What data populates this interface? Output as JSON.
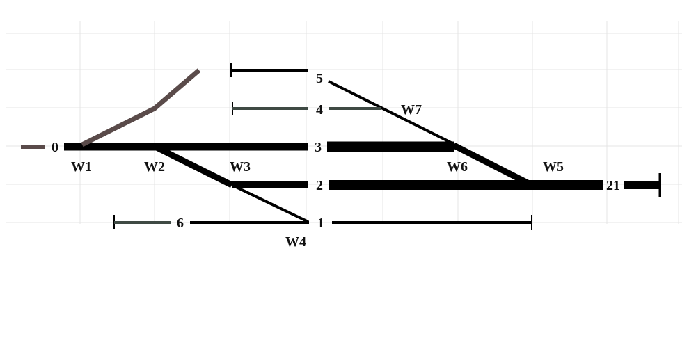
{
  "colors": {
    "background": "#ffffff",
    "grid": "#e4e4e4",
    "main_track": "#000000",
    "secondary_track": "#3f4a44",
    "branch_track": "#5a4b4a"
  },
  "tracks": {
    "t0": "0",
    "t1": "1",
    "t2": "2",
    "t3": "3",
    "t4": "4",
    "t5": "5",
    "t6": "6",
    "t21": "21"
  },
  "switches": {
    "w1": "W1",
    "w2": "W2",
    "w3": "W3",
    "w4": "W4",
    "w5": "W5",
    "w6": "W6",
    "w7": "W7"
  }
}
